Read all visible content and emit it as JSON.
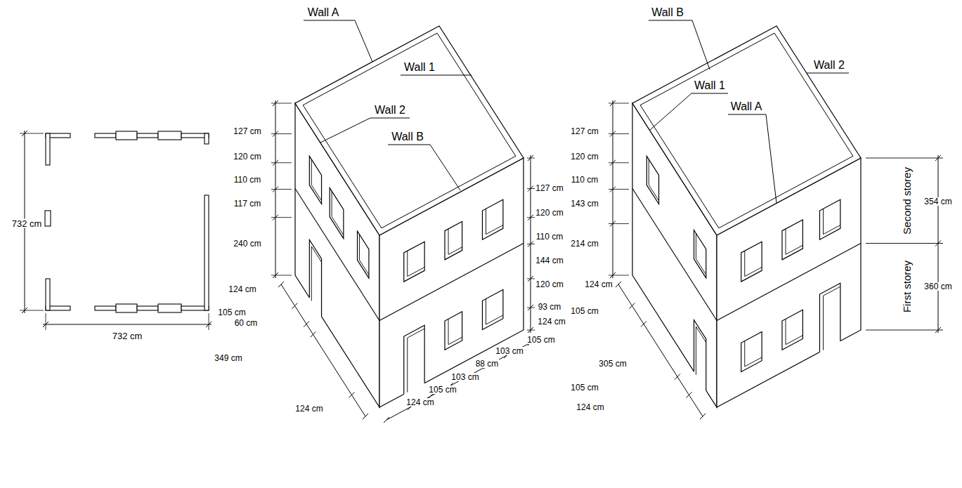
{
  "diagram": {
    "labels": [
      "732 cm",
      "732 cm",
      "Wall A",
      "Wall 1",
      "Wall 2",
      "Wall B",
      "127 cm",
      "120 cm",
      "110 cm",
      "117 cm",
      "240 cm",
      "124 cm",
      "105 cm",
      "60 cm",
      "349 cm",
      "124 cm",
      "127 cm",
      "120 cm",
      "110 cm",
      "144 cm",
      "120 cm",
      "93 cm",
      "124 cm",
      "105 cm",
      "103 cm",
      "88 cm",
      "103 cm",
      "105 cm",
      "124 cm",
      "Wall B",
      "Wall 2",
      "Wall 1",
      "Wall A",
      "127 cm",
      "120 cm",
      "110 cm",
      "143 cm",
      "214 cm",
      "124 cm",
      "105 cm",
      "305 cm",
      "105 cm",
      "124 cm",
      "Second storey",
      "354 cm",
      "First storey",
      "360 cm"
    ]
  }
}
